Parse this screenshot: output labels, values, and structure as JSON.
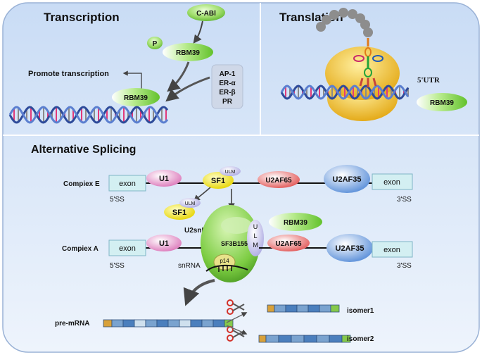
{
  "panels": {
    "transcription": {
      "title": "Transcription",
      "c_abl": "C-ABl",
      "p_badge": "P",
      "rbm39_phospho": "RBM39",
      "promote": "Promote transcription",
      "rbm39_dna": "RBM39",
      "factors": [
        "AP-1",
        "ER-α",
        "ER-β",
        "PR"
      ]
    },
    "translation": {
      "title": "Translation",
      "utr": "5'UTR",
      "rbm39": "RBM39"
    },
    "splicing": {
      "title": "Alternative Splicing",
      "complex_e": {
        "label": "Compiex E",
        "exon_left": "exon",
        "u1": "U1",
        "sf1": "SF1",
        "ulm": "ULM",
        "u2af65": "U2AF65",
        "u2af35": "U2AF35",
        "exon_right": "exon",
        "ss5": "5'SS",
        "ss3": "3'SS"
      },
      "free_sf1": "SF1",
      "free_ulm": "ULM",
      "u2snrnp": "U2snRNP",
      "rbm39": "RBM39",
      "ulm_vertical": [
        "U",
        "L",
        "M"
      ],
      "complex_a": {
        "label": "Compiex A",
        "exon_left": "exon",
        "u1": "U1",
        "sf3b155": "SF3B155",
        "u2af65": "U2AF65",
        "p14": "p14",
        "u2af35": "U2AF35",
        "exon_right": "exon",
        "ss5": "5'SS",
        "snrna": "snRNA",
        "ss3": "3'SS"
      },
      "pre_mrna": "pre-mRNA",
      "isomer1": "isomer1",
      "isomer2": "isomer2"
    }
  },
  "colors": {
    "panel_bg": "#dfeaf9",
    "green_protein": "#7fd24a",
    "u1_pink": "#e58fc6",
    "sf1_yellow": "#f0e21a",
    "u2af65_red": "#e66a6a",
    "u2af35_blue": "#5a95dc",
    "exon_fill": "#cfeef2"
  },
  "icons": [
    "dna-helix-icon",
    "ribosome-icon",
    "trna-icon",
    "scissors-icon"
  ]
}
